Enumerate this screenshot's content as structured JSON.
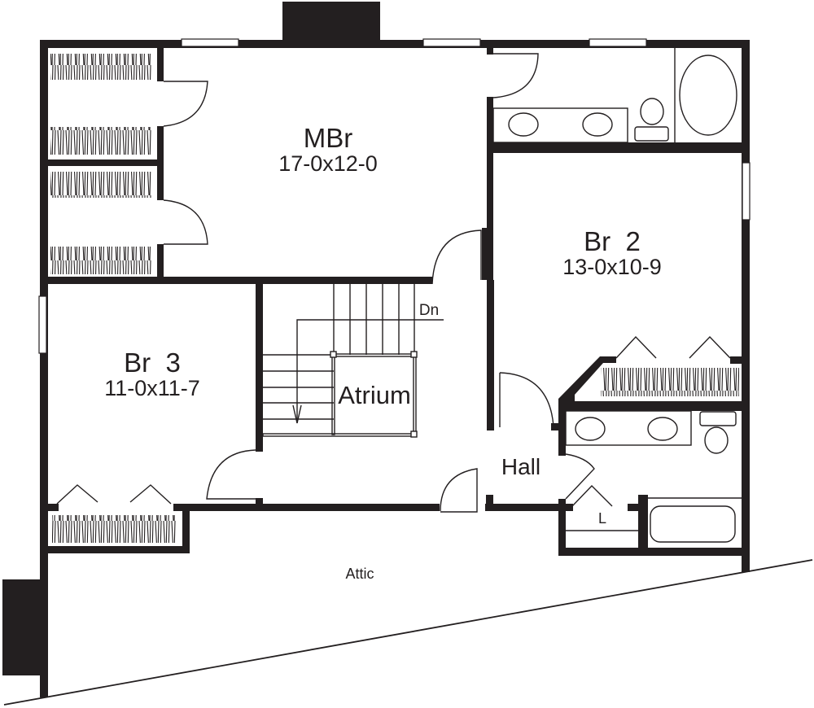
{
  "plan": {
    "colors": {
      "wall": "#231f20",
      "background": "#ffffff"
    },
    "rooms": [
      {
        "id": "mbr",
        "name": "MBr",
        "dimensions": "17-0x12-0"
      },
      {
        "id": "br2",
        "name": "Br  2",
        "dimensions": "13-0x10-9"
      },
      {
        "id": "br3",
        "name": "Br  3",
        "dimensions": "11-0x11-7"
      },
      {
        "id": "atrium",
        "name": "Atrium"
      },
      {
        "id": "hall",
        "name": "Hall"
      },
      {
        "id": "attic",
        "name": "Attic"
      }
    ],
    "annotations": {
      "stairs_direction": "Dn",
      "linen_closet": "L"
    }
  }
}
